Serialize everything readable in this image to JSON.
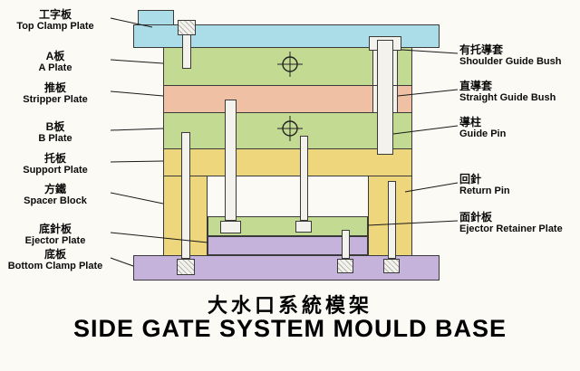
{
  "title": {
    "chinese": "大水口系統模架",
    "english": "SIDE GATE SYSTEM MOULD BASE"
  },
  "left_labels": [
    {
      "cn": "工字板",
      "en": "Top Clamp Plate"
    },
    {
      "cn": "A板",
      "en": "A Plate"
    },
    {
      "cn": "推板",
      "en": "Stripper Plate"
    },
    {
      "cn": "B板",
      "en": "B Plate"
    },
    {
      "cn": "托板",
      "en": "Support Plate"
    },
    {
      "cn": "方鐵",
      "en": "Spacer Block"
    },
    {
      "cn": "底針板",
      "en": "Ejector Plate"
    },
    {
      "cn": "底板",
      "en": "Bottom Clamp Plate"
    }
  ],
  "right_labels": [
    {
      "cn": "有托導套",
      "en": "Shoulder Guide Bush"
    },
    {
      "cn": "直導套",
      "en": "Straight Guide Bush"
    },
    {
      "cn": "導柱",
      "en": "Guide Pin"
    },
    {
      "cn": "回針",
      "en": "Return Pin"
    },
    {
      "cn": "面針板",
      "en": "Ejector Retainer Plate"
    }
  ],
  "colors": {
    "cyan": "#aadde8",
    "green": "#c3da93",
    "pink": "#f0c0a4",
    "yellow": "#eed67c",
    "purple": "#c6b3dc",
    "outline": "#3a3a3a",
    "text": "#0b0b0b"
  }
}
